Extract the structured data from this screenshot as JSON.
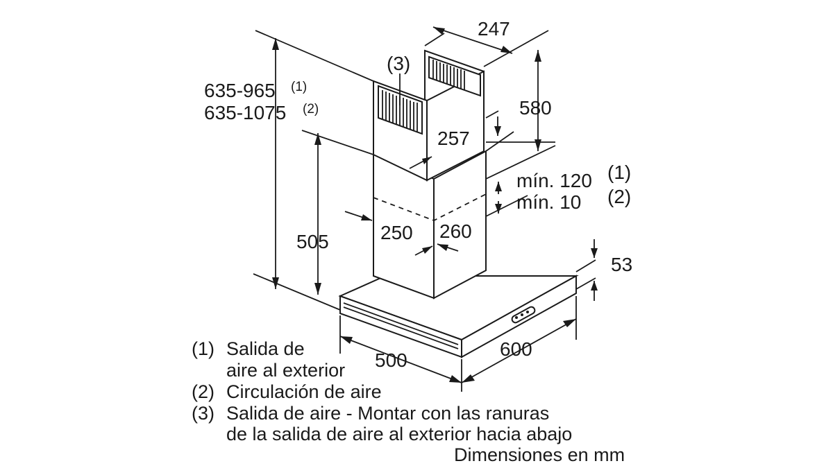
{
  "dimensions": {
    "top_depth": "247",
    "outlet": "(3)",
    "overall_height_1": "635-965",
    "overall_height_1_note": "(1)",
    "overall_height_2": "635-1075",
    "overall_height_2_note": "(2)",
    "upper_chimney_height": "580",
    "upper_chimney_width": "257",
    "min_overlap_1": "mín. 120",
    "min_overlap_1_note": "(1)",
    "min_overlap_2": "mín. 10",
    "min_overlap_2_note": "(2)",
    "lower_height": "505",
    "lower_chimney_width": "250",
    "lower_chimney_depth": "260",
    "canopy_height": "53",
    "hood_depth": "500",
    "hood_width": "600"
  },
  "legend": {
    "item1_num": "(1)",
    "item1_line1": "Salida de",
    "item1_line2": "aire al exterior",
    "item2_num": "(2)",
    "item2_line1": "Circulación de aire",
    "item3_num": "(3)",
    "item3_line1": "Salida de aire - Montar con las ranuras",
    "item3_line2": "de la salida de aire al exterior hacia abajo",
    "units": "Dimensiones en mm"
  }
}
